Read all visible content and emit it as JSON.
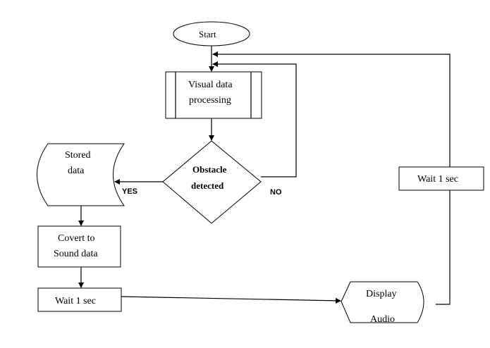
{
  "nodes": {
    "start": "Start",
    "visual_processing": [
      "Visual data",
      "processing"
    ],
    "obstacle": [
      "Obstacle",
      "detected"
    ],
    "stored_data": [
      "Stored",
      "data"
    ],
    "convert": [
      "Covert to",
      "Sound data"
    ],
    "wait_bottom": "Wait 1 sec",
    "display": [
      "Display",
      "Audio"
    ],
    "wait_right": "Wait 1 sec"
  },
  "edges": {
    "yes": "YES",
    "no": "NO"
  }
}
